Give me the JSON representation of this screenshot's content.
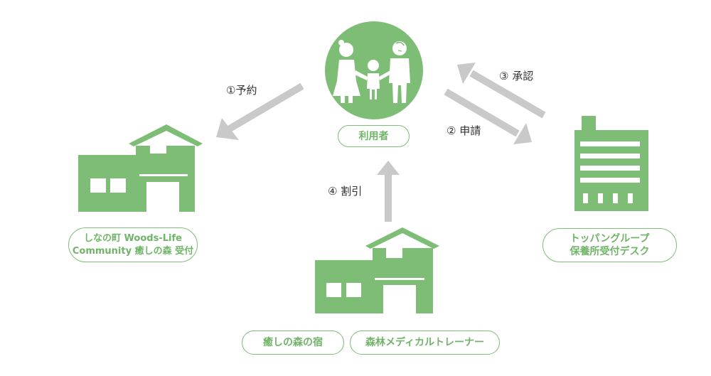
{
  "colors": {
    "green": "#7dbd75",
    "arrow": "#c9c9c9",
    "text": "#333333"
  },
  "nodes": {
    "user": {
      "label": "利用者",
      "icon": "family-icon"
    },
    "reception": {
      "line1": "しなの町 Woods-Life",
      "line2": "Community 癒しの森 受付",
      "icon": "house-icon"
    },
    "desk": {
      "line1": "トッパングループ",
      "line2": "保養所受付デスク",
      "icon": "office-building-icon"
    },
    "providers": {
      "icon": "house-icon",
      "inn": "癒しの森の宿",
      "trainer": "森林メディカルトレーナー"
    }
  },
  "steps": {
    "reserve": "①予約",
    "apply": "② 申請",
    "approve": "③ 承認",
    "discount": "④ 割引"
  }
}
